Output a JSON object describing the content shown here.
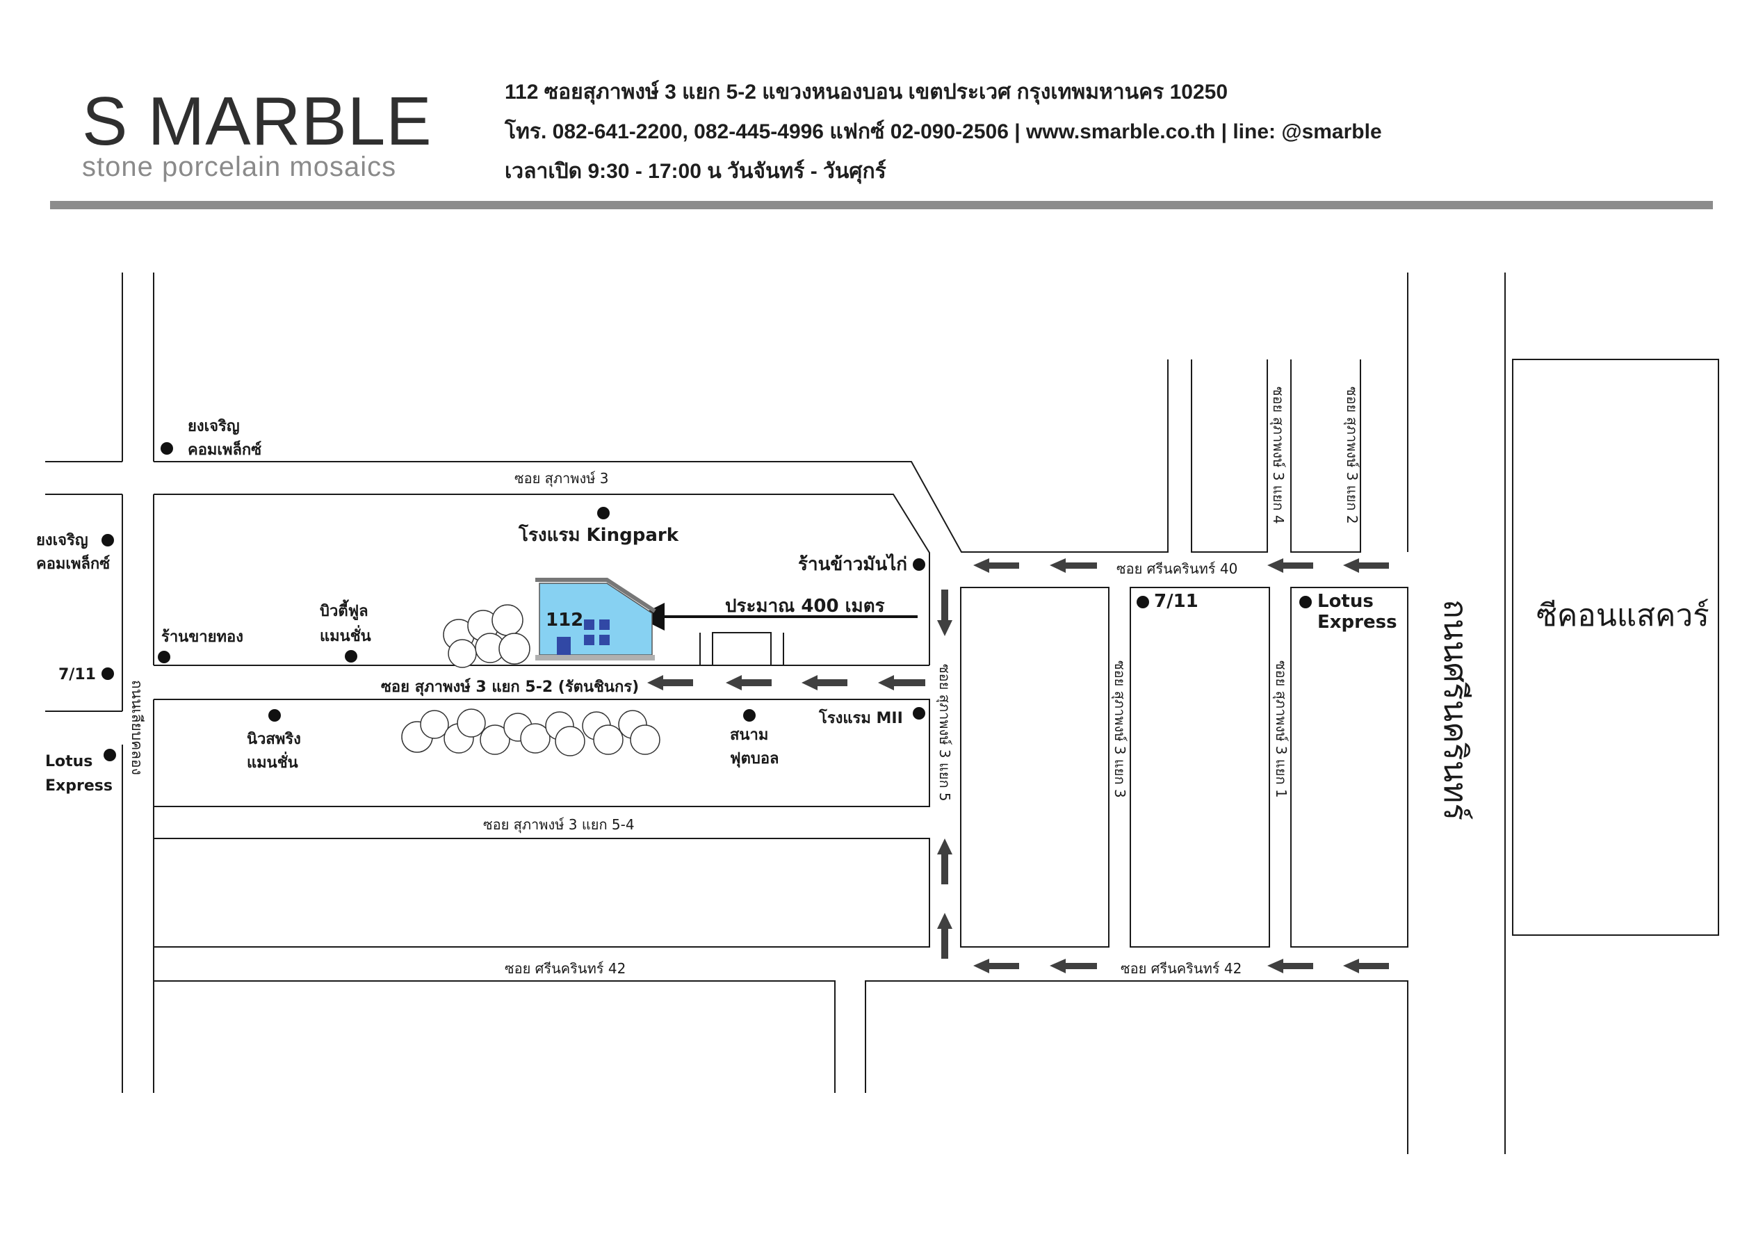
{
  "colors": {
    "road_line": "#1a1a1a",
    "rule": "#8c8c8c",
    "building": "#87d1f2",
    "window": "#3148a5",
    "arrow": "#404040",
    "marker": "#111111"
  },
  "header": {
    "brand_name": "S MARBLE",
    "brand_tagline": "stone porcelain mosaics",
    "address": "112 ซอยสุภาพงษ์ 3 แยก 5-2 แขวงหนองบอน เขตประเวศ กรุงเทพมหานคร 10250",
    "contact": "โทร. 082-641-2200, 082-445-4996 แฟกซ์ 02-090-2506 | www.smarble.co.th | line: @smarble",
    "hours": "เวลาเปิด 9:30 - 17:00 น วันจันทร์ - วันศุกร์"
  },
  "map": {
    "roads": {
      "soi3": "ซอย สุภาพงษ์ 3",
      "soi3_5_2": "ซอย สุภาพงษ์ 3 แยก 5-2 (รัตนชินกร)",
      "soi3_5_4": "ซอย สุภาพงษ์ 3 แยก 5-4",
      "srinakarin42_left": "ซอย ศรีนครินทร์ 42",
      "srinakarin42_right": "ซอย ศรีนครินทร์ 42",
      "srinakarin40": "ซอย ศรีนครินทร์ 40",
      "soi3_5": "ซอย สุภาพงษ์ 3 แยก 5",
      "soi3_3": "ซอย สุภาพงษ์ 3 แยก 3",
      "soi3_1": "ซอย สุภาพงษ์ 3 แยก 1",
      "soi3_4": "ซอย สุภาพงษ์ 3 แยก 4",
      "soi3_2": "ซอย สุภาพงษ์ 3 แยก 2",
      "onnut_lat_krabang": "ถนนเลียบคลอง",
      "srinakarin_road": "ถนนศรีนครินทร์"
    },
    "landmarks": {
      "yongcharoen_top_1": "ยงเจริญ",
      "yongcharoen_top_2": "คอมเพล็กซ์",
      "yongcharoen_left_1": "ยงเจริญ",
      "yongcharoen_left_2": "คอมเพล็กซ์",
      "seven_left": "7/11",
      "lotus_left_1": "Lotus",
      "lotus_left_2": "Express",
      "kingpark": "โรงแรม Kingpark",
      "khaomankai": "ร้านข้าวมันไก่",
      "gold_shop": "ร้านขายทอง",
      "beauty_1": "บิวตี้ฟูล",
      "beauty_2": "แมนชั่น",
      "niwat_1": "นิวสพริง",
      "niwat_2": "แมนชั่น",
      "stadium_1": "สนาม",
      "stadium_2": "ฟุตบอล",
      "hotel_mii": "โรงแรม MII",
      "seven_right": "7/11",
      "lotus_right_1": "Lotus",
      "lotus_right_2": "Express",
      "seacon": "ซีคอนแสควร์"
    },
    "destination": {
      "number": "112",
      "distance": "ประมาณ 400 เมตร"
    }
  }
}
